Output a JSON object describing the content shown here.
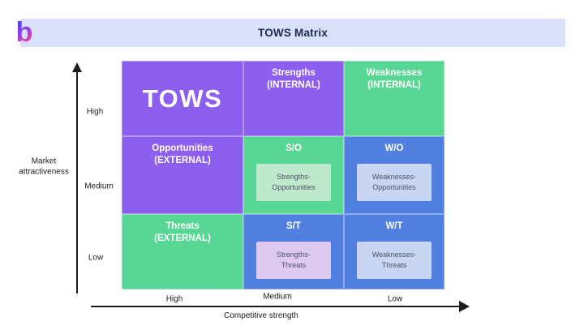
{
  "header": {
    "title": "TOWS Matrix",
    "logo_letter": "b"
  },
  "colors": {
    "purple": "#8c5fee",
    "green": "#57d694",
    "blue": "#5280e0",
    "header_bar": "#d9e0f9",
    "title_text": "#1d2b50",
    "box_green": "#bfe9cd",
    "box_blue": "#c8d6f4",
    "box_pink": "#decaf0",
    "box_text": "#4b5264",
    "axis": "#1c1c1c"
  },
  "matrix": {
    "corner_label": "TOWS",
    "col_headers": [
      {
        "title": "Strengths",
        "subtitle": "(INTERNAL)"
      },
      {
        "title": "Weaknesses",
        "subtitle": "(INTERNAL)"
      }
    ],
    "row_headers": [
      {
        "title": "Opportunities",
        "subtitle": "(EXTERNAL)"
      },
      {
        "title": "Threats",
        "subtitle": "(EXTERNAL)"
      }
    ],
    "quadrants": [
      {
        "code": "S/O",
        "box_line1": "Strengths-",
        "box_line2": "Opportunities"
      },
      {
        "code": "W/O",
        "box_line1": "Weaknesses-",
        "box_line2": "Opportunities"
      },
      {
        "code": "S/T",
        "box_line1": "Strengths-",
        "box_line2": "Threats"
      },
      {
        "code": "W/T",
        "box_line1": "Weaknesses-",
        "box_line2": "Threats"
      }
    ]
  },
  "y_axis": {
    "label_line1": "Market",
    "label_line2": "attractiveness",
    "ticks": [
      "High",
      "Medium",
      "Low"
    ]
  },
  "x_axis": {
    "label": "Competitive strength",
    "ticks": [
      "High",
      "Medium",
      "Low"
    ]
  }
}
